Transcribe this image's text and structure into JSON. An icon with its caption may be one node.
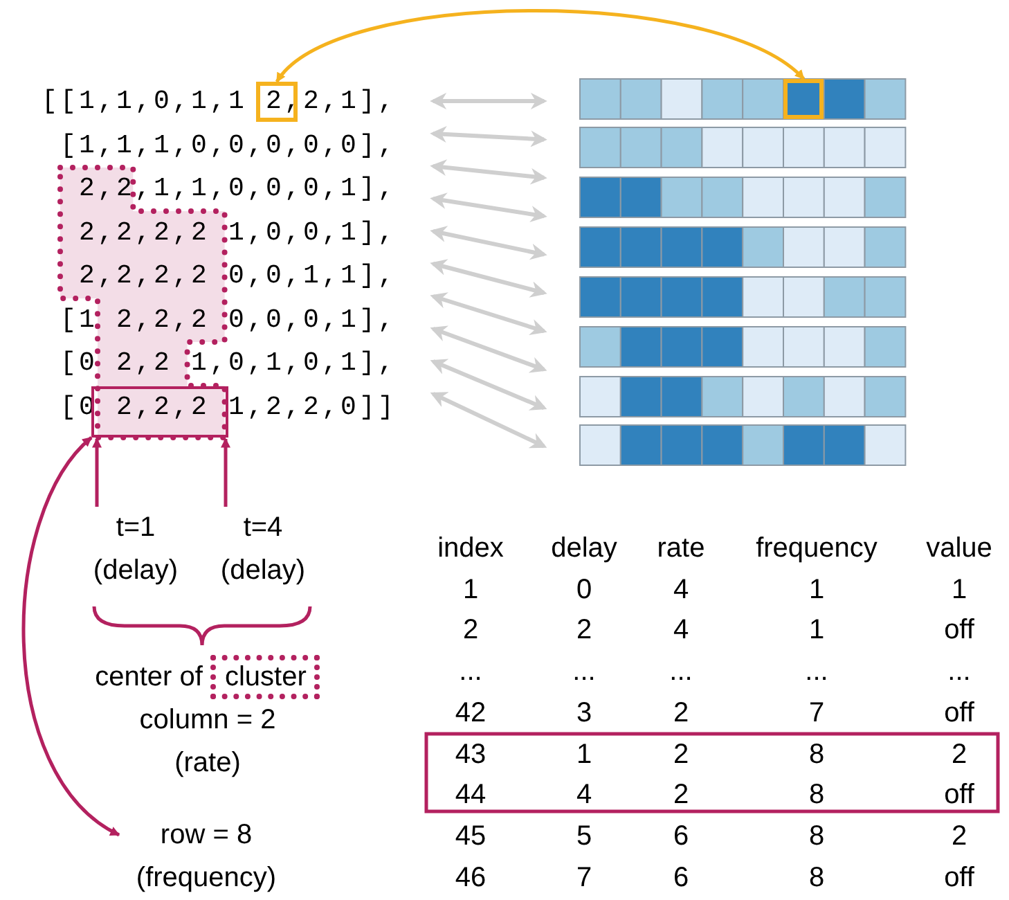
{
  "diagram": {
    "nodes": [
      {
        "text": [],
        "shape": "box"
      },
      {
        "text": [],
        "shape": "box"
      },
      {
        "text": [],
        "shape": "box"
      },
      {
        "text": [
          "t=1 (delay)"
        ]
      },
      {
        "text": [
          "t=4 (delay)"
        ]
      },
      {
        "text": [
          "row = 8 (frequency)"
        ]
      }
    ],
    "edges": [
      {
        "from": 0,
        "to": 1,
        "arrow": "both",
        "color": "#f5b21e"
      },
      {
        "from": 3,
        "to": 2,
        "arrow": "to"
      },
      {
        "from": 4,
        "to": 2,
        "arrow": "to"
      },
      {
        "from": 2,
        "to": 5,
        "arrow": "both"
      }
    ],
    "labels": [
      "[[1,1,0,1,1 2,2,1],",
      "[1,1,1,0,0,0,0,0],",
      "2,2,1,1,0,0,0,1],",
      "2,2,2,2 1,0,0,1],",
      "2,2,2,2 0,0,1,1],",
      "[1 2,2,2 0,0,0,1],",
      "[0 2,2 1,0,1,0,1],",
      "[0 2,2,2 1,2,2,0]]",
      "center of",
      "cluster",
      "column = 2",
      "(rate)",
      "index",
      "delay",
      "rate",
      "frequency",
      "value",
      "1",
      "0",
      "4",
      "1",
      "1",
      "2",
      "2",
      "4",
      "1",
      "off",
      "...",
      "...",
      "...",
      "...",
      "...",
      "42",
      "3",
      "2",
      "7",
      "off",
      "43",
      "1",
      "2",
      "8",
      "2",
      "44",
      "4",
      "2",
      "8",
      "off",
      "45",
      "5",
      "6",
      "8",
      "2",
      "46",
      "7",
      "6",
      "8",
      "off"
    ]
  }
}
